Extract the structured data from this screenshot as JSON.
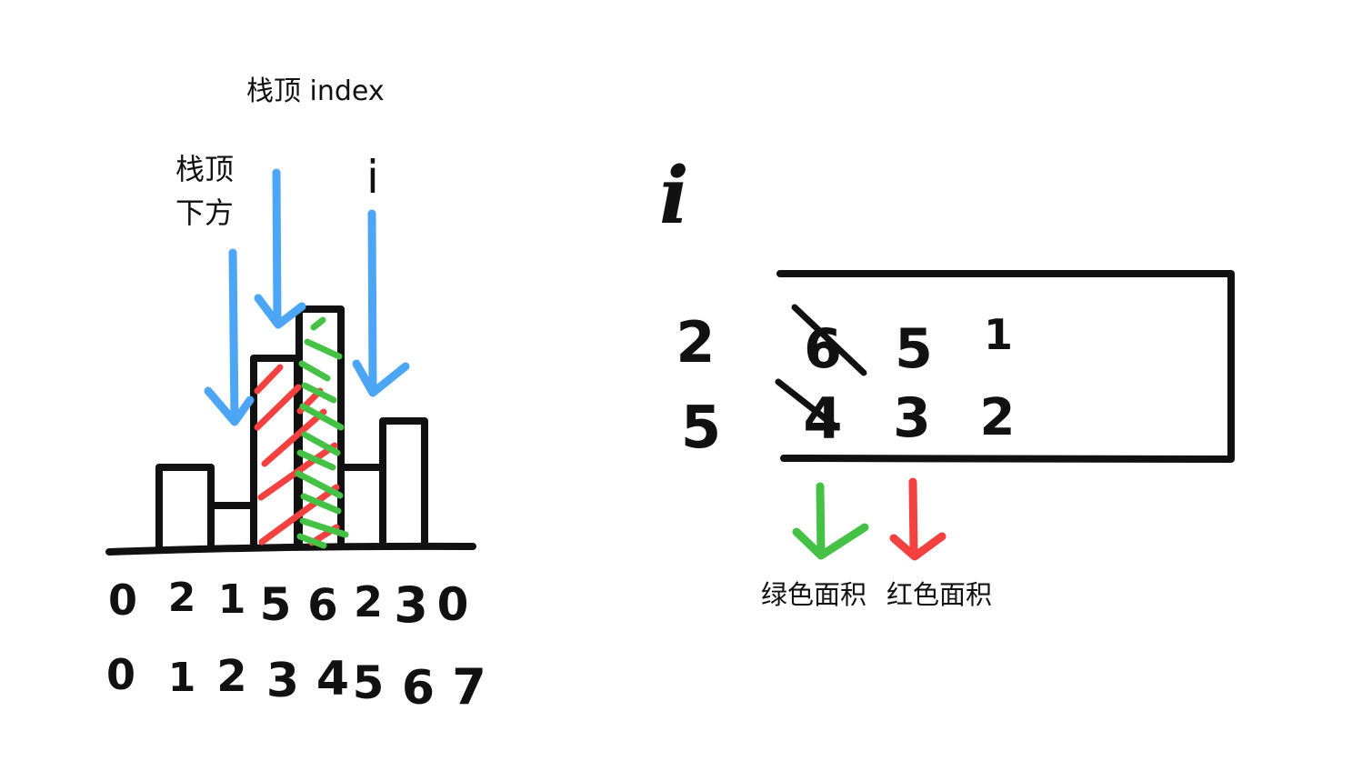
{
  "labels": {
    "top_index": "栈顶 index",
    "below_top_line1": "栈顶",
    "below_top_line2": "下方",
    "i_label": "i",
    "i_script": "i",
    "green_area": "绿色面积",
    "red_area": "红色面积"
  },
  "histogram": {
    "heights": [
      "0",
      "2",
      "1",
      "5",
      "6",
      "2",
      "3",
      "0"
    ],
    "indices": [
      "0",
      "1",
      "2",
      "3",
      "4",
      "5",
      "6",
      "7"
    ]
  },
  "stack_table": {
    "row_values": [
      "2",
      "5"
    ],
    "index_row": [
      "6",
      "5",
      "1"
    ],
    "height_row": [
      "4",
      "3",
      "2"
    ],
    "struck": [
      "6",
      "4"
    ]
  },
  "colors": {
    "ink": "#111111",
    "blue": "#4da6f5",
    "red": "#f2413f",
    "green": "#45c245"
  }
}
